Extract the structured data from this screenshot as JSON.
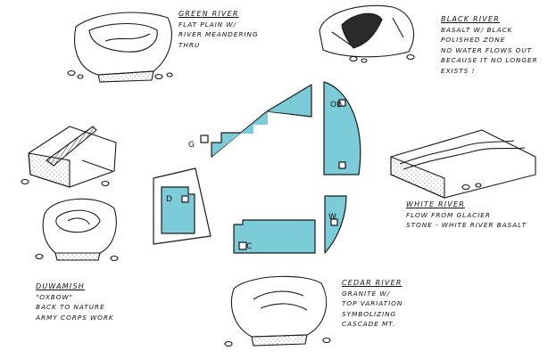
{
  "notes": {
    "green": {
      "title": "GREEN RIVER",
      "lines": [
        "FLAT PLAIN W/",
        "RIVER MEANDERING",
        "THRU"
      ]
    },
    "black": {
      "title": "BLACK RIVER",
      "lines": [
        "BASALT W/ BLACK",
        "POLISHED ZONE",
        "NO WATER FLOWS OUT",
        "BECAUSE IT NO LONGER",
        "EXISTS !"
      ]
    },
    "white": {
      "title": "WHITE RIVER",
      "lines": [
        "FLOW FROM GLACIER",
        "STONE - WHITE RIVER BASALT"
      ]
    },
    "duwamish": {
      "title": "DUWAMISH",
      "lines": [
        "\"OXBOW\"",
        "BACK TO NATURE",
        "ARMY CORPS WORK"
      ]
    },
    "cedar": {
      "title": "CEDAR RIVER",
      "lines": [
        "GRANITE W/",
        "TOP VARIATION",
        "SYMBOLIZING",
        "CASCADE MT."
      ]
    }
  },
  "plan_tags": {
    "g": "G",
    "ob": "OB",
    "d": "D",
    "w": "W",
    "c": "C"
  },
  "colors": {
    "water": "#7ccbd8",
    "ink": "#1a1a1a",
    "shade": "#2a2a2a"
  }
}
